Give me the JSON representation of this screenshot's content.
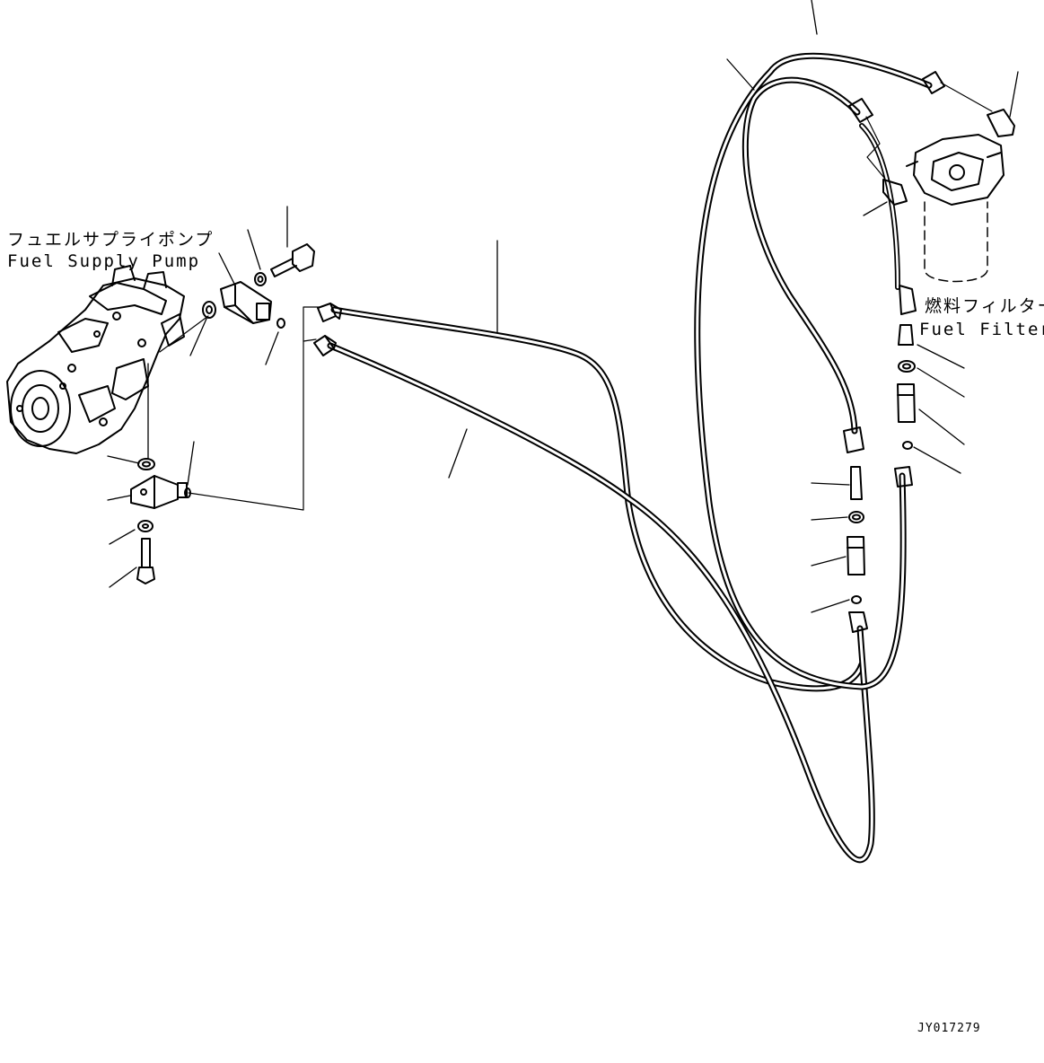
{
  "labels": {
    "pump_jp": "フュエルサプライポンプ",
    "pump_en": "Fuel Supply Pump",
    "filter_jp": "燃料フィルター",
    "filter_en": "Fuel Filter",
    "drawing_id": "JY017279"
  },
  "colors": {
    "line": "#000000",
    "background": "#ffffff"
  }
}
